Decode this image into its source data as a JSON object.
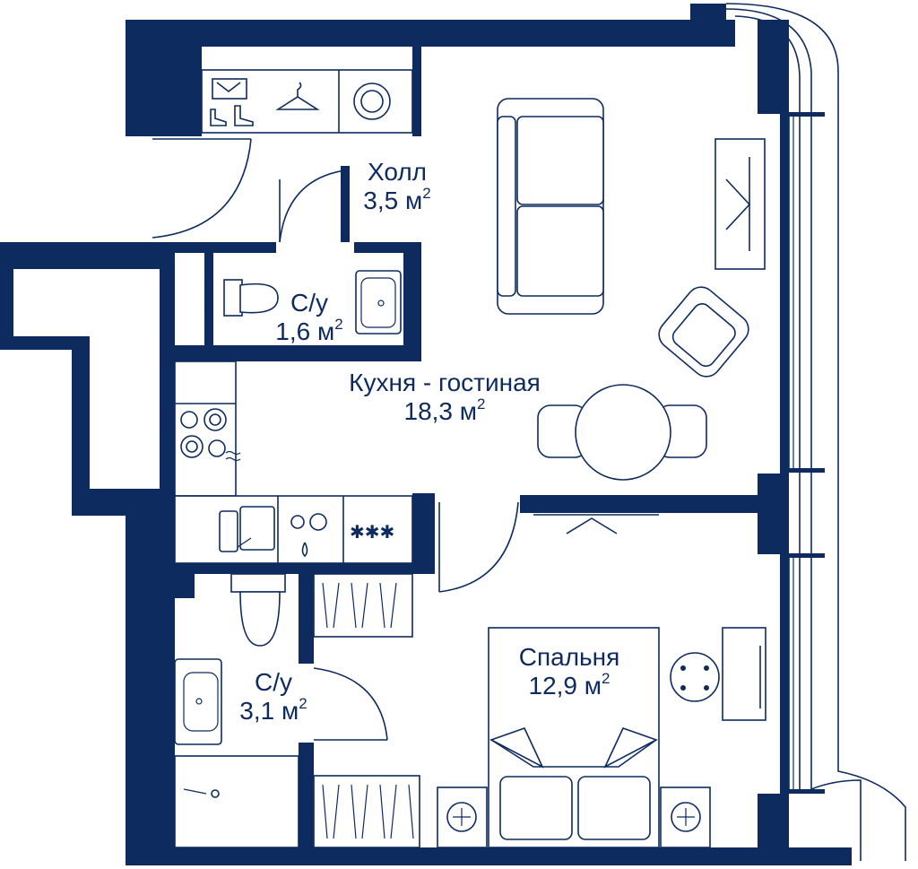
{
  "colors": {
    "wall": "#0d2b5e",
    "background": "#ffffff"
  },
  "rooms": [
    {
      "id": "hall",
      "name": "Холл",
      "area": "3,5",
      "unit": "м",
      "exp": "2"
    },
    {
      "id": "wc1",
      "name": "С/у",
      "area": "1,6",
      "unit": "м",
      "exp": "2"
    },
    {
      "id": "kitchen",
      "name": "Кухня - гостиная",
      "area": "18,3",
      "unit": "м",
      "exp": "2"
    },
    {
      "id": "wc2",
      "name": "С/у",
      "area": "3,1",
      "unit": "м",
      "exp": "2"
    },
    {
      "id": "bedroom",
      "name": "Спальня",
      "area": "12,9",
      "unit": "м",
      "exp": "2"
    }
  ],
  "icons": [
    "wardrobe-icon",
    "shoes-icon",
    "hanger-icon",
    "washing-machine-icon",
    "toilet-icon",
    "sink-icon",
    "stove-icon",
    "dishwasher-icon",
    "fridge-icon",
    "sofa-icon",
    "armchair-icon",
    "dining-table-icon",
    "tv-icon",
    "bed-icon",
    "shower-icon",
    "window-icon",
    "door-icon"
  ]
}
